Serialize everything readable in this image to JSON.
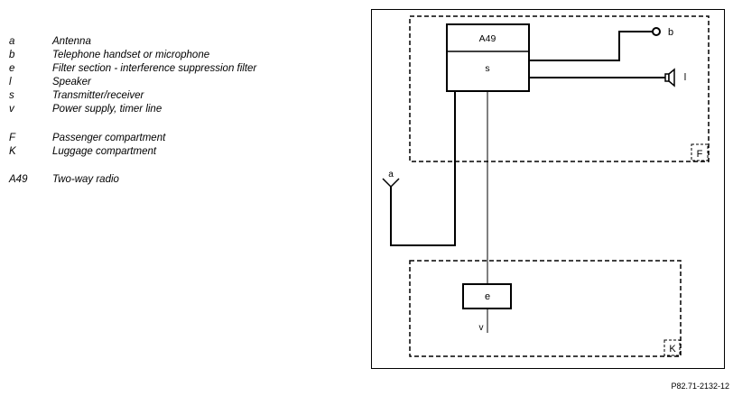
{
  "legend": [
    {
      "code": "a",
      "desc": "Antenna"
    },
    {
      "code": "b",
      "desc": "Telephone handset or microphone"
    },
    {
      "code": "e",
      "desc": "Filter section - interference suppression filter"
    },
    {
      "code": "l",
      "desc": "Speaker"
    },
    {
      "code": "s",
      "desc": "Transmitter/receiver"
    },
    {
      "code": "v",
      "desc": "Power supply, timer line"
    },
    {
      "code": "F",
      "desc": "Passenger compartment"
    },
    {
      "code": "K",
      "desc": "Luggage compartment"
    },
    {
      "code": "A49",
      "desc": "Two-way radio"
    }
  ],
  "diagram": {
    "radio_label": "A49",
    "transceiver_label": "s",
    "filter_label": "e",
    "antenna_label": "a",
    "handset_label": "b",
    "speaker_label": "l",
    "power_label": "v",
    "passenger_area_label": "F",
    "luggage_area_label": "K"
  },
  "reference": "P82.71-2132-12"
}
